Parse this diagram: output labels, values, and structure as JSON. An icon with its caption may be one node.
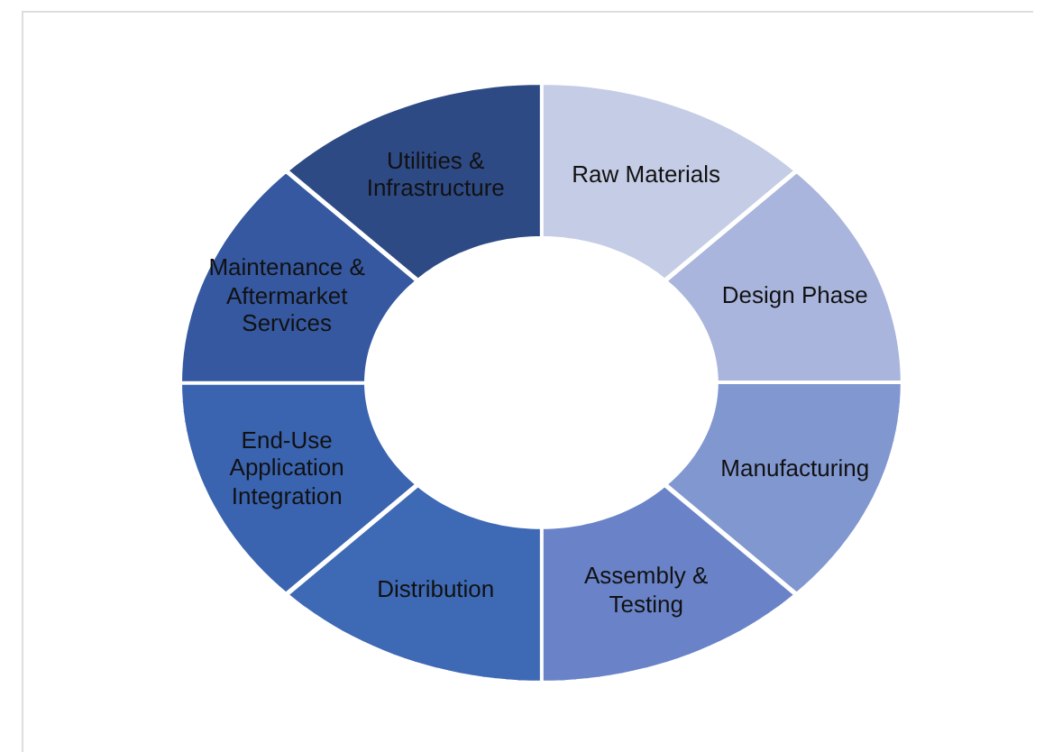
{
  "diagram": {
    "nodes": [
      {
        "text": [
          "Raw Materials"
        ]
      },
      {
        "text": [
          "Design Phase"
        ]
      },
      {
        "text": [
          "Manufacturing"
        ]
      },
      {
        "text": [
          "Assembly & Testing"
        ]
      },
      {
        "text": [
          "Distribution"
        ]
      },
      {
        "text": [
          "End-Use Application Integration"
        ]
      },
      {
        "text": [
          "Maintenance & Aftermarket Services"
        ]
      },
      {
        "text": [
          "Utilities & Infrastructure"
        ]
      }
    ]
  }
}
